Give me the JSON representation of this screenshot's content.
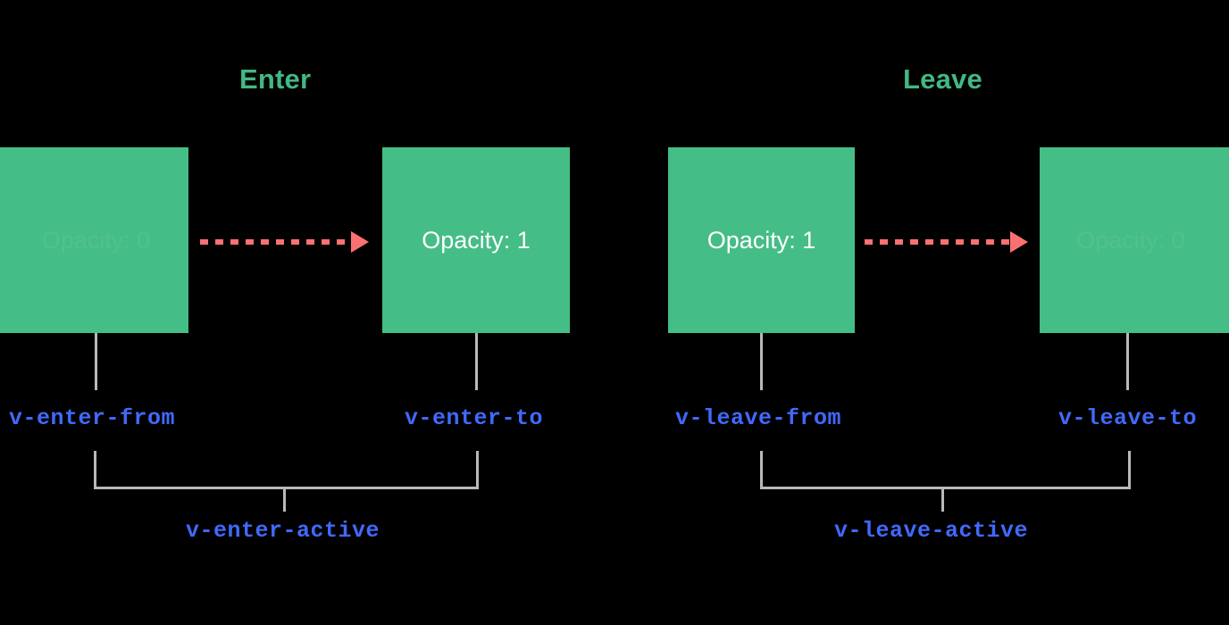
{
  "diagram": {
    "background_color": "#000000",
    "accent_green": "#42b883",
    "box_green": "#45bd86",
    "arrow_red": "#fb7171",
    "class_blue": "#4169fa",
    "connector_gray": "#b9b9b6",
    "phases": [
      {
        "id": "enter",
        "title": "Enter",
        "from": {
          "box_text": "Opacity: 0",
          "box_text_faded": true,
          "class_label": "v-enter-from"
        },
        "to": {
          "box_text": "Opacity: 1",
          "box_text_faded": false,
          "class_label": "v-enter-to"
        },
        "active_class_label": "v-enter-active",
        "arrow": "dashed-arrow-right-icon"
      },
      {
        "id": "leave",
        "title": "Leave",
        "from": {
          "box_text": "Opacity: 1",
          "box_text_faded": false,
          "class_label": "v-leave-from"
        },
        "to": {
          "box_text": "Opacity: 0",
          "box_text_faded": true,
          "class_label": "v-leave-to"
        },
        "active_class_label": "v-leave-active",
        "arrow": "dashed-arrow-right-icon"
      }
    ]
  }
}
